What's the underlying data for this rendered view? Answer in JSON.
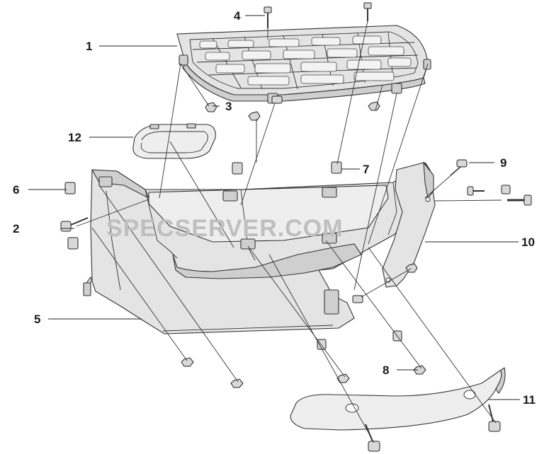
{
  "diagram": {
    "watermark": "SPECSERVER.COM",
    "callouts": [
      {
        "id": "1",
        "label": "1"
      },
      {
        "id": "2",
        "label": "2"
      },
      {
        "id": "3",
        "label": "3"
      },
      {
        "id": "4",
        "label": "4"
      },
      {
        "id": "5",
        "label": "5"
      },
      {
        "id": "6",
        "label": "6"
      },
      {
        "id": "7",
        "label": "7"
      },
      {
        "id": "8",
        "label": "8"
      },
      {
        "id": "9",
        "label": "9"
      },
      {
        "id": "10",
        "label": "10"
      },
      {
        "id": "11",
        "label": "11"
      },
      {
        "id": "12",
        "label": "12"
      }
    ]
  }
}
